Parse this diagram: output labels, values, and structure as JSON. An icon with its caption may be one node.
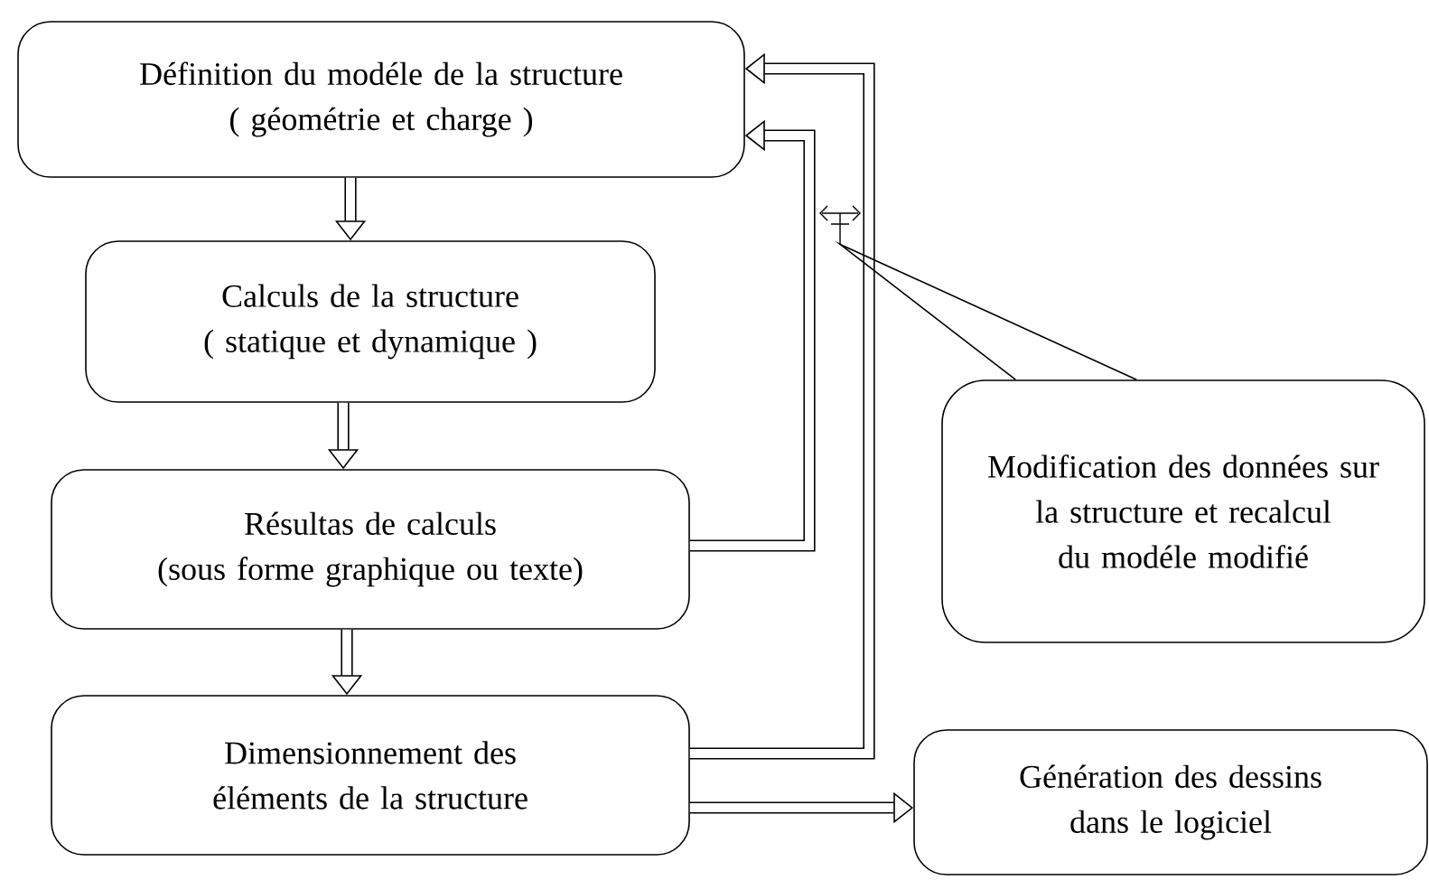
{
  "diagram": {
    "nodes": [
      {
        "text": [
          "Définition du modéle de la structure",
          "( géométrie et charge )"
        ]
      },
      {
        "text": [
          "Calculs de la structure",
          "( statique et dynamique )"
        ]
      },
      {
        "text": [
          "Résultas de calculs",
          "(sous forme graphique ou texte)"
        ]
      },
      {
        "text": [
          "Dimensionnement des éléments de la structure"
        ]
      },
      {
        "text": [
          "Modification des données sur la structure et recalcul du modéle modifié"
        ]
      },
      {
        "text": [
          "Génération des dessins dans le logiciel"
        ]
      },
      {
        "text": [],
        "shape": "arrow"
      }
    ],
    "edges": [
      {
        "from": 0,
        "to": 1,
        "arrow": "to"
      },
      {
        "from": 1,
        "to": 2,
        "arrow": "to"
      },
      {
        "from": 2,
        "to": 3,
        "arrow": "to"
      },
      {
        "from": 2,
        "to": 0,
        "arrow": "to"
      },
      {
        "from": 3,
        "to": 0,
        "arrow": "to"
      },
      {
        "from": 3,
        "to": 5,
        "arrow": "to"
      },
      {
        "from": 4,
        "to": 6,
        "arrow": "none"
      }
    ]
  }
}
